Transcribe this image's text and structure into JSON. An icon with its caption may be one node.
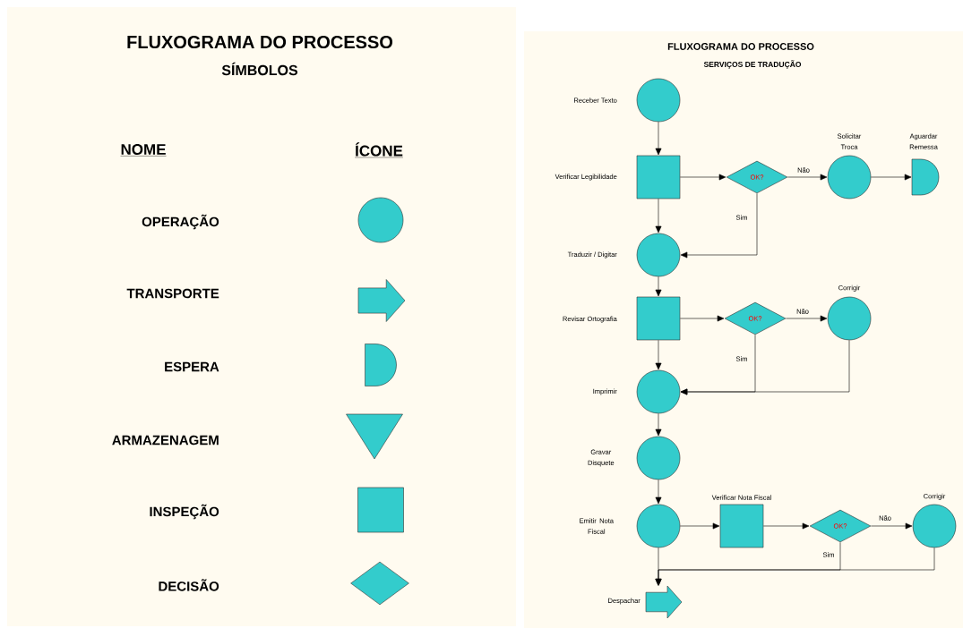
{
  "diagram": {
    "nodes": [
      {
        "text": [],
        "shape": "circle"
      },
      {
        "text": [],
        "shape": "arrow"
      },
      {
        "text": [],
        "shape": "semicircle"
      },
      {
        "text": [],
        "shape": "triangle"
      },
      {
        "text": [],
        "shape": "box"
      },
      {
        "text": [],
        "shape": "diamond"
      },
      {
        "text": [],
        "shape": "circle",
        "beside": [
          "Receber Texto"
        ]
      },
      {
        "text": [],
        "shape": "box",
        "beside": [
          "Verificar Legibilidade"
        ]
      },
      {
        "text": [
          "OK?"
        ]
      },
      {
        "text": [],
        "shape": "circle",
        "beside": [
          "Solicitar Troca"
        ]
      },
      {
        "text": [],
        "shape": "semicircle",
        "beside": [
          "Aguardar Remessa"
        ]
      },
      {
        "text": [],
        "shape": "circle",
        "beside": [
          "Traduzir / Digitar"
        ]
      },
      {
        "text": [],
        "shape": "box",
        "beside": [
          "Revisar Ortografia"
        ]
      },
      {
        "text": [
          "OK?"
        ]
      },
      {
        "text": [],
        "shape": "circle",
        "beside": [
          "Corrigir"
        ]
      },
      {
        "text": [],
        "shape": "circle",
        "beside": [
          "Imprimir"
        ]
      },
      {
        "text": [],
        "shape": "circle",
        "beside": [
          "Gravar Disquete"
        ]
      },
      {
        "text": [],
        "shape": "circle",
        "beside": [
          "Emitir Nota Fiscal"
        ]
      },
      {
        "text": [],
        "shape": "box",
        "beside": [
          "Verificar Nota Fiscal"
        ]
      },
      {
        "text": [
          "OK?"
        ]
      },
      {
        "text": [],
        "shape": "circle",
        "beside": [
          "Corrigir"
        ]
      },
      {
        "text": [],
        "shape": "arrow",
        "beside": [
          "Despachar"
        ]
      }
    ],
    "edges": [
      {
        "from": 6,
        "to": 7,
        "arrow": "to"
      },
      {
        "from": 7,
        "to": 8,
        "arrow": "to"
      },
      {
        "from": 8,
        "to": 9,
        "arrow": "to",
        "label": "Não"
      },
      {
        "from": 9,
        "to": 10,
        "arrow": "to"
      },
      {
        "from": 7,
        "to": 11,
        "arrow": "to"
      },
      {
        "from": 8,
        "to": 11,
        "arrow": "to",
        "label": "Sim"
      },
      {
        "from": 11,
        "to": 12,
        "arrow": "to"
      },
      {
        "from": 12,
        "to": 13,
        "arrow": "to"
      },
      {
        "from": 13,
        "to": 14,
        "arrow": "to",
        "label": "Não"
      },
      {
        "from": 12,
        "to": 15,
        "arrow": "to"
      },
      {
        "from": 13,
        "to": 15,
        "arrow": "to",
        "label": "Sim"
      },
      {
        "from": 14,
        "to": 15,
        "arrow": "to"
      },
      {
        "from": 15,
        "to": 16,
        "arrow": "to"
      },
      {
        "from": 16,
        "to": 17,
        "arrow": "to"
      },
      {
        "from": 17,
        "to": 18,
        "arrow": "to"
      },
      {
        "from": 18,
        "to": 19,
        "arrow": "to"
      },
      {
        "from": 19,
        "to": 20,
        "arrow": "to",
        "label": "Não"
      },
      {
        "from": 19,
        "to": 21,
        "arrow": "to",
        "label": "Sim"
      },
      {
        "from": 20,
        "to": 21,
        "arrow": "to"
      },
      {
        "from": 17,
        "to": 21,
        "arrow": "to"
      }
    ],
    "labels": [
      "FLUXOGRAMA DO PROCESSO",
      "SÍMBOLOS",
      "NOME",
      "ÍCONE",
      "OPERAÇÃO",
      "TRANSPORTE",
      "ESPERA",
      "ARMAZENAGEM",
      "INSPEÇÃO",
      "DECISÃO",
      "FLUXOGRAMA DO PROCESSO",
      "SERVIÇOS DE TRADUÇÃO"
    ]
  }
}
